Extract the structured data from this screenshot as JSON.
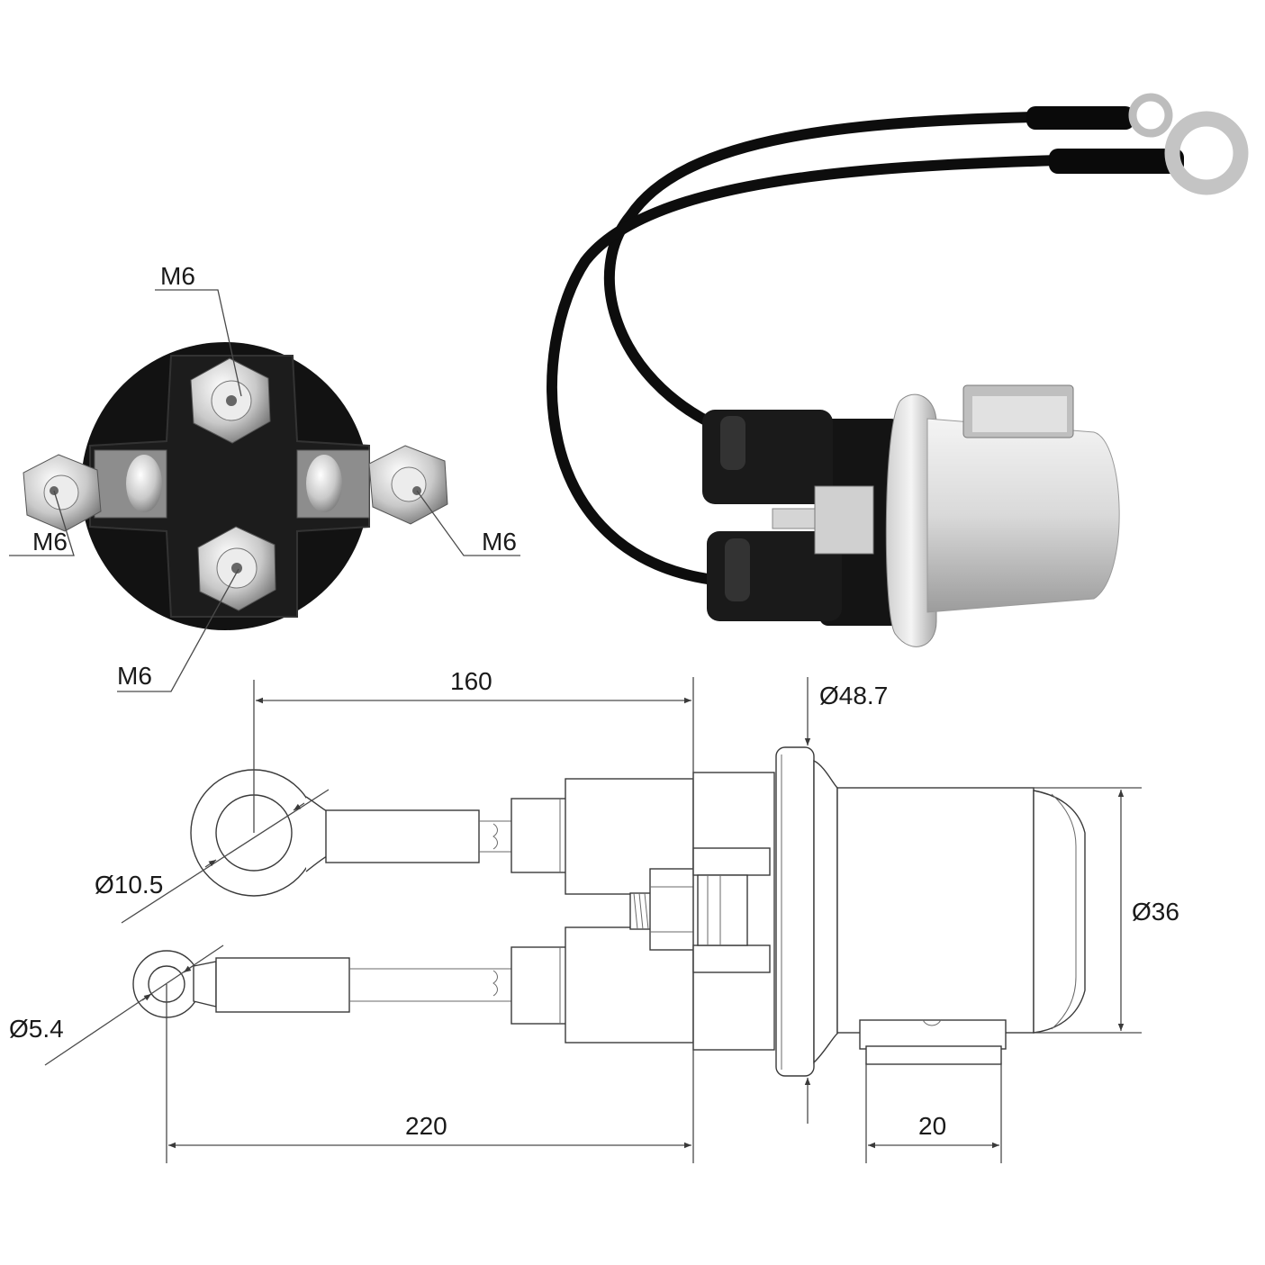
{
  "labels": {
    "thread_top": "M6",
    "thread_left": "M6",
    "thread_right": "M6",
    "thread_bottom": "M6"
  },
  "dimensions": {
    "length_160": "160",
    "length_220": "220",
    "length_20": "20",
    "dia_48_7": "Ø48.7",
    "dia_36": "Ø36",
    "dia_10_5": "Ø10.5",
    "dia_5_4": "Ø5.4"
  },
  "colors": {
    "line": "#3a3a3a",
    "housing_dark": "#111111",
    "metal_light": "#e6e6e6",
    "wire": "#0d0d0d"
  }
}
